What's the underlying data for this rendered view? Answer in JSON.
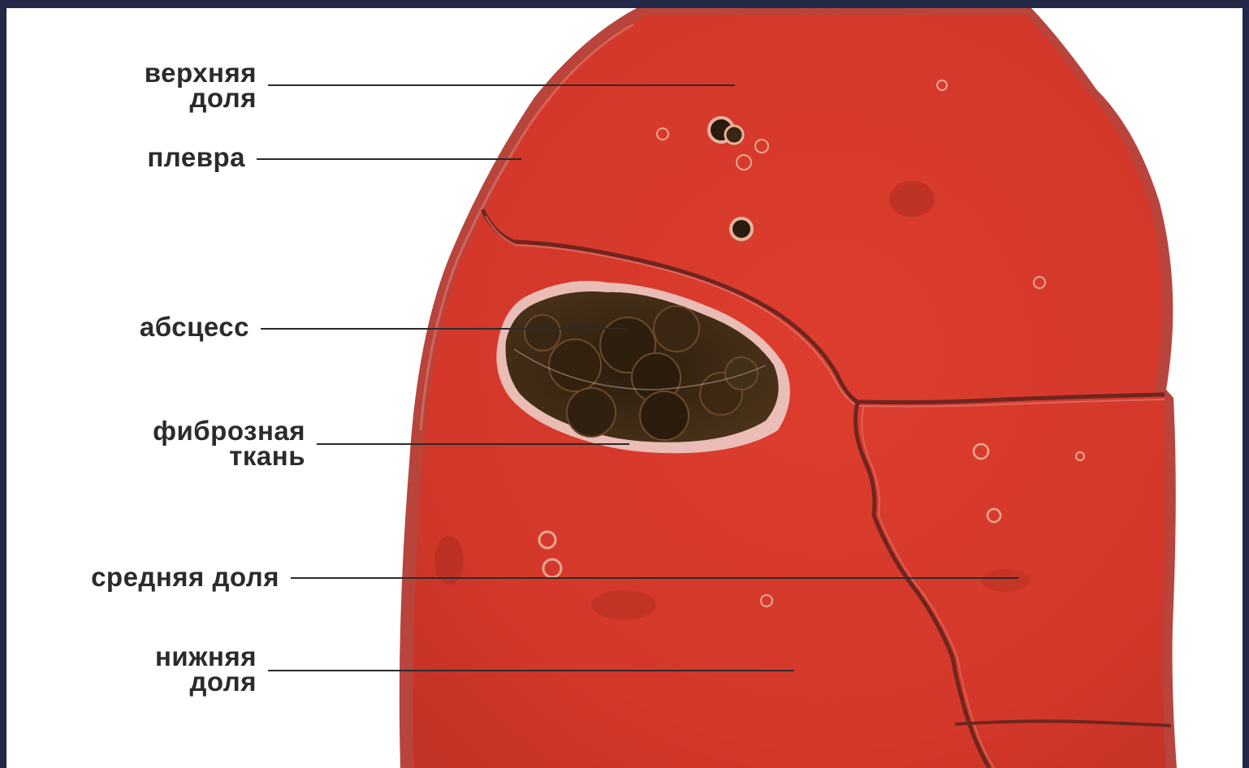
{
  "diagram": {
    "labels": {
      "upper_lobe": [
        "верхняя",
        "доля"
      ],
      "pleura": "плевра",
      "abscess": "абсцесс",
      "fibrous_tissue": [
        "фиброзная",
        "ткань"
      ],
      "middle_lobe": "средняя доля",
      "lower_lobe": [
        "нижняя",
        "доля"
      ]
    },
    "colors": {
      "page_border": "#232846",
      "lung_tissue": "#d63a2c",
      "pleura_edge": "#b8443c",
      "fissure": "#6e2520",
      "abscess_cavity": "#3e2a16",
      "fibrous_rim": "#ecd4cf"
    }
  }
}
